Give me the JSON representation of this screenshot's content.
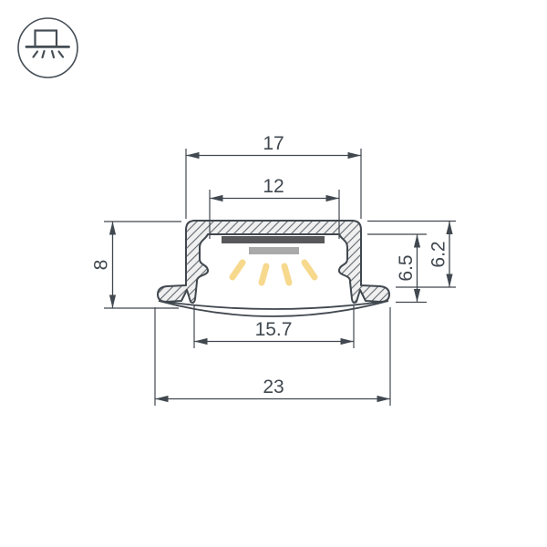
{
  "page": {
    "background": "#ffffff"
  },
  "icon_badge": {
    "name": "recessed-profile-mount-icon",
    "description": "circle badge with a profile box on a surface line and light rays below"
  },
  "drawing": {
    "type": "technical-cross-section",
    "subject": "recessed LED aluminum profile with side flanges and curved diffuser",
    "dimensions": {
      "outer_width_top": "17",
      "inner_width_top": "12",
      "overall_height_left": "8",
      "inner_height_right": "6.5",
      "recess_depth_right": "6.2",
      "diffuser_width_bottom": "15.7",
      "overall_width_bottom": "23"
    },
    "colors": {
      "line": "#41484f",
      "hatch_fill": "#f0f0f0",
      "hatch_line": "#6e757b",
      "led_pcb": "#58585a",
      "led_body": "#a9a9a9",
      "light_ray": "#f7d98e",
      "icon": "#454d54"
    }
  }
}
